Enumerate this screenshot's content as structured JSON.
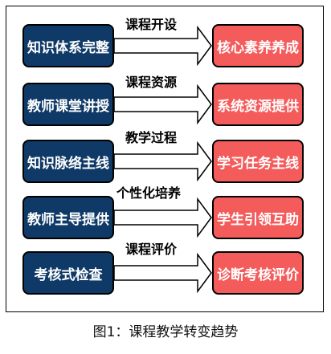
{
  "rows": [
    {
      "left": "知识体系完整",
      "right": "核心素养养成",
      "label": "课程开设"
    },
    {
      "left": "教师课堂讲授",
      "right": "系统资源提供",
      "label": "课程资源"
    },
    {
      "left": "知识脉络主线",
      "right": "学习任务主线",
      "label": "教学过程"
    },
    {
      "left": "教师主导提供",
      "right": "学生引领互助",
      "label": "个性化培养"
    },
    {
      "left": "考核式检查",
      "right": "诊断考核评价",
      "label": "课程评价"
    }
  ],
  "caption": "图1：课程教学转变趋势",
  "colors": {
    "left_box": "#0f3a67",
    "right_box": "#f45b5b",
    "arrow_fill": "#ffffff",
    "outline": "#000000"
  }
}
